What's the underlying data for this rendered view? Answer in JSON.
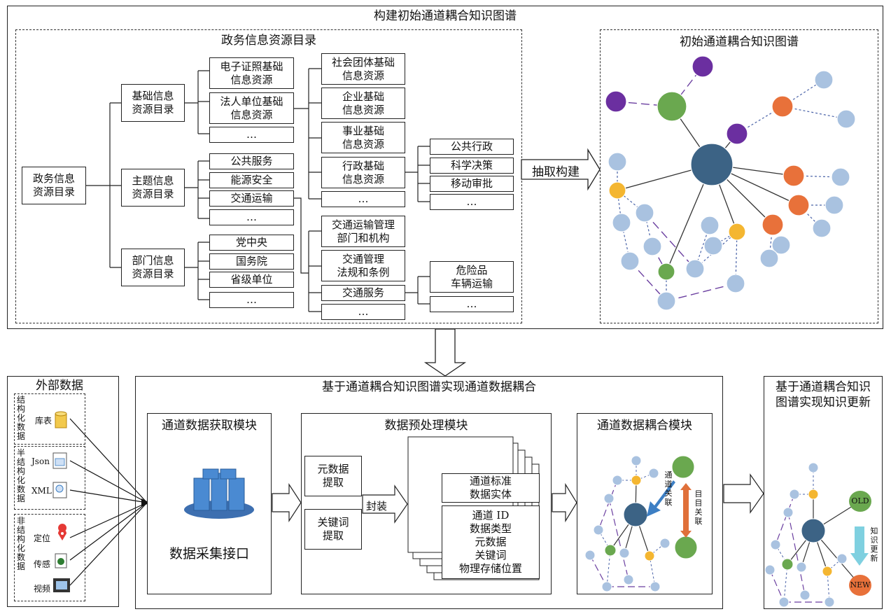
{
  "top": {
    "title": "构建初始通道耦合知识图谱",
    "catalog_title": "政务信息资源目录",
    "root": "政务信息\n资源目录",
    "level1": [
      "基础信息\n资源目录",
      "主题信息\n资源目录",
      "部门信息\n资源目录"
    ],
    "basic_items": [
      "电子证照基础\n信息资源",
      "法人单位基础\n信息资源",
      "…"
    ],
    "theme_items": [
      "公共服务",
      "能源安全",
      "交通运输",
      "…"
    ],
    "dept_items": [
      "党中央",
      "国务院",
      "省级单位",
      "…"
    ],
    "legal_items": [
      "社会团体基础\n信息资源",
      "企业基础\n信息资源",
      "事业基础\n信息资源",
      "行政基础\n信息资源",
      "…"
    ],
    "admin_items": [
      "公共行政",
      "科学决策",
      "移动审批",
      "…"
    ],
    "transport_items": [
      "交通运输管理\n部门和机构",
      "交通管理\n法规和条例",
      "交通服务",
      "…"
    ],
    "service_items": [
      "危险品\n车辆运输",
      "…"
    ],
    "extract_label": "抽取构建",
    "kg_title": "初始通道耦合知识图谱"
  },
  "external": {
    "title": "外部数据",
    "groups": [
      {
        "name": "结构化数据",
        "items": [
          "库表"
        ]
      },
      {
        "name": "半结构化数据",
        "items": [
          "Json",
          "XML"
        ]
      },
      {
        "name": "非结构化数据",
        "items": [
          "定位",
          "传感",
          "视频"
        ]
      }
    ]
  },
  "coupling": {
    "title": "基于通道耦合知识图谱实现通道数据耦合",
    "acquire": {
      "title": "通道数据获取模块",
      "caption": "数据采集接口"
    },
    "preprocess": {
      "title": "数据预处理模块",
      "metadata_extract": "元数据\n提取",
      "keyword_extract": "关键词\n提取",
      "encapsulate": "封装",
      "entity": "通道标准\n数据实体",
      "fields": "通道 ID\n数据类型\n元数据\n关键词\n物理存储位置"
    },
    "couple": {
      "title": "通道数据耦合模块",
      "label1": "通道关联",
      "label2": "目目关联"
    }
  },
  "update": {
    "title": "基于通道耦合知识\n图谱实现知识更新",
    "old": "OLD",
    "new": "NEW",
    "label": "知识更新"
  },
  "colors": {
    "hub": "#3c6385",
    "green": "#6aa84f",
    "purple": "#6b2fa0",
    "orange": "#e8713a",
    "yellow": "#f4b631",
    "light_blue": "#a9c2e0",
    "blue_arrow": "#3d7fc4",
    "orange_arrow": "#e0703a",
    "cyan_arrow": "#7fd0e0"
  }
}
